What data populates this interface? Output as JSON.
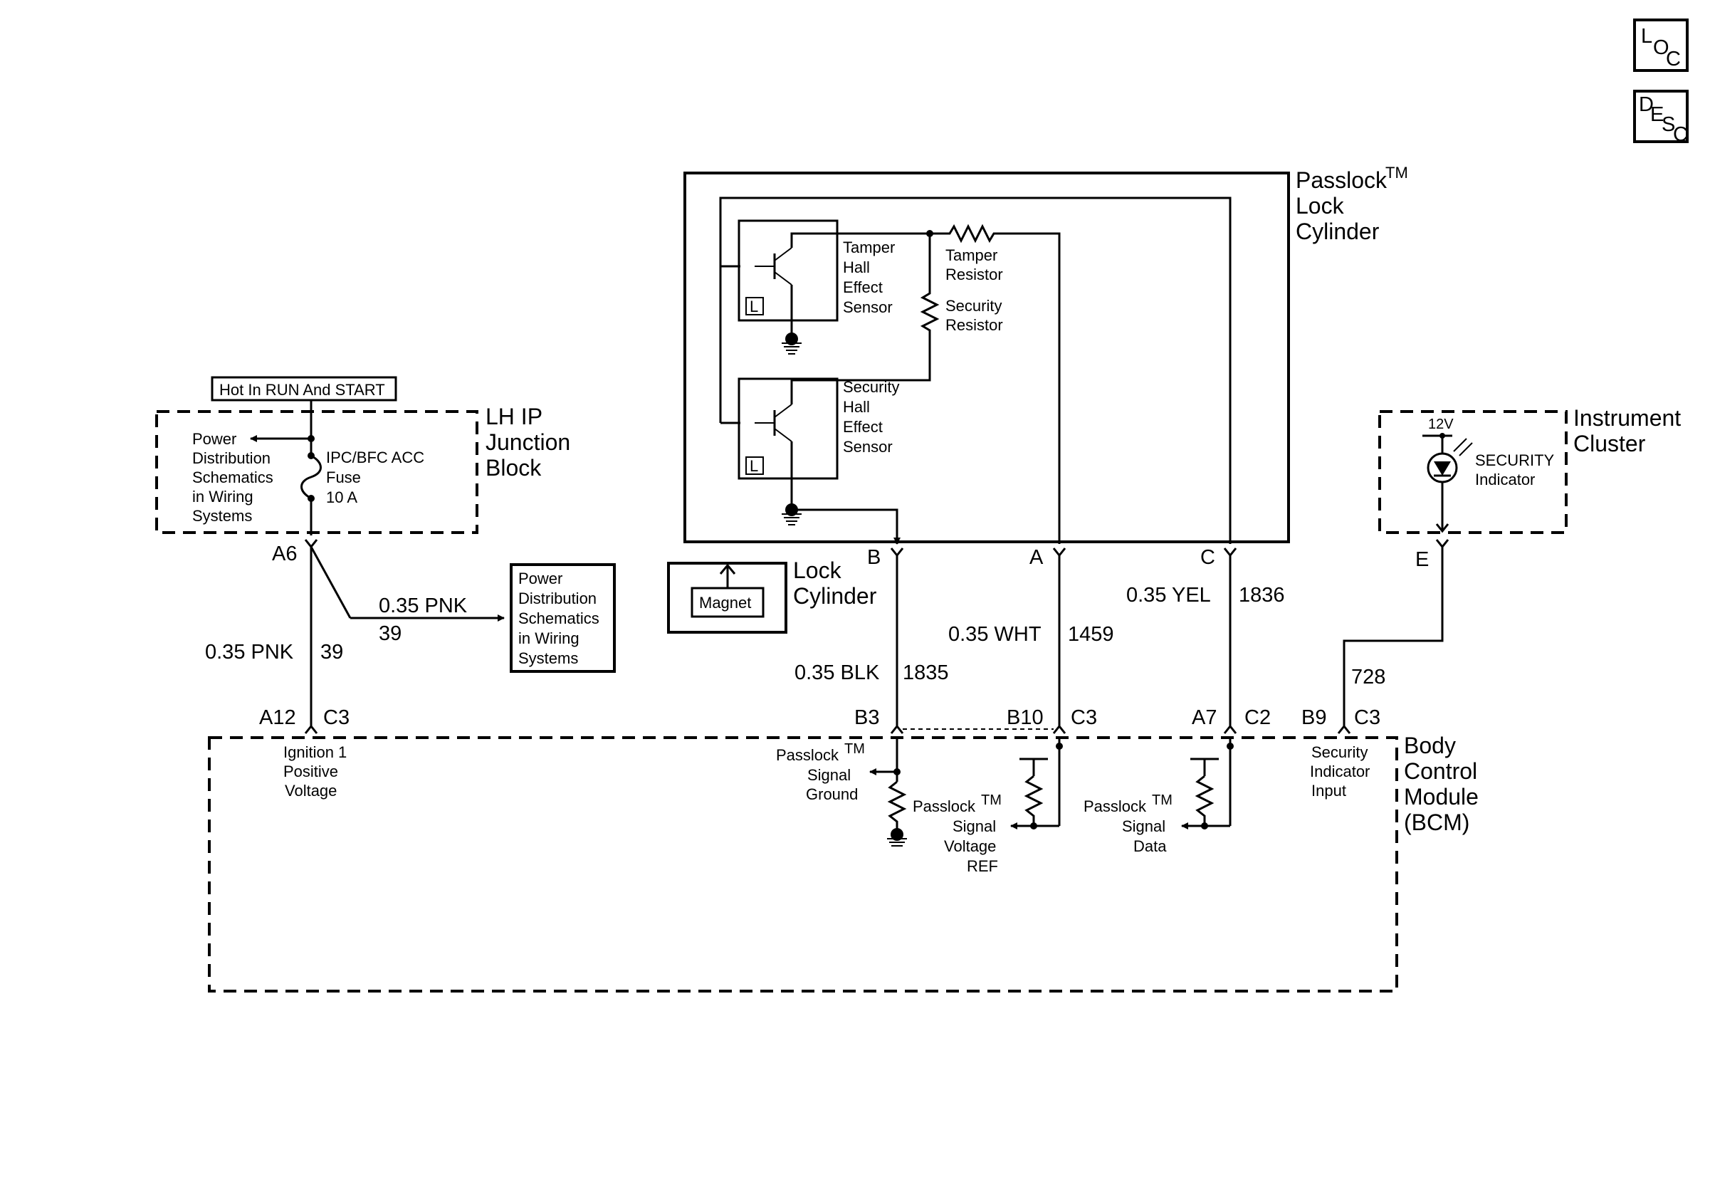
{
  "corner_boxes": {
    "loc": [
      "L",
      "O",
      "C"
    ],
    "desc": [
      "D",
      "E",
      "S",
      "C"
    ]
  },
  "hot_label": "Hot In RUN And START",
  "lh_ip_junction_block": {
    "title": [
      "LH IP",
      "Junction",
      "Block"
    ],
    "power_note": [
      "Power",
      "Distribution",
      "Schematics",
      "in Wiring",
      "Systems"
    ],
    "fuse": [
      "IPC/BFC ACC",
      "Fuse",
      "10 A"
    ],
    "connector": "A6"
  },
  "power_distribution_box": [
    "Power",
    "Distribution",
    "Schematics",
    "in Wiring",
    "Systems"
  ],
  "passlock_lock_cylinder": {
    "title": [
      "Passlock",
      "Lock",
      "Cylinder"
    ],
    "tm": "TM",
    "tamper_sensor": [
      "Tamper",
      "Hall",
      "Effect",
      "Sensor"
    ],
    "security_sensor": [
      "Security",
      "Hall",
      "Effect",
      "Sensor"
    ],
    "tamper_resistor": [
      "Tamper",
      "Resistor"
    ],
    "security_resistor": [
      "Security",
      "Resistor"
    ],
    "l_label": "L",
    "pins": [
      "B",
      "A",
      "C"
    ]
  },
  "lock_cylinder": {
    "title": [
      "Lock",
      "Cylinder"
    ],
    "magnet": "Magnet"
  },
  "instrument_cluster": {
    "title": [
      "Instrument",
      "Cluster"
    ],
    "voltage": "12V",
    "indicator": [
      "SECURITY",
      "Indicator"
    ],
    "pin": "E"
  },
  "wires": {
    "ign": {
      "gauge": "0.35 PNK",
      "circuit": "39"
    },
    "branch": {
      "gauge": "0.35 PNK",
      "circuit": "39"
    },
    "blk": {
      "gauge": "0.35 BLK",
      "circuit": "1835"
    },
    "wht": {
      "gauge": "0.35 WHT",
      "circuit": "1459"
    },
    "yel": {
      "gauge": "0.35 YEL",
      "circuit": "1836"
    },
    "sec": {
      "circuit": "728"
    }
  },
  "bcm": {
    "title": [
      "Body",
      "Control",
      "Module",
      "(BCM)"
    ],
    "connectors": {
      "a12": {
        "pin": "A12",
        "conn": "C3"
      },
      "b3": {
        "pin": "B3"
      },
      "b10": {
        "pin": "B10",
        "conn": "C3"
      },
      "a7": {
        "pin": "A7",
        "conn": "C2"
      },
      "b9": {
        "pin": "B9",
        "conn": "C3"
      }
    },
    "ignition": [
      "Ignition 1",
      "Positive",
      "Voltage"
    ],
    "signal_ground": [
      "Passlock",
      "Signal",
      "Ground"
    ],
    "signal_ref": [
      "Passlock",
      "Signal",
      "Voltage",
      "REF"
    ],
    "signal_data": [
      "Passlock",
      "Signal",
      "Data"
    ],
    "security_input": [
      "Security",
      "Indicator",
      "Input"
    ],
    "tm": "TM"
  }
}
